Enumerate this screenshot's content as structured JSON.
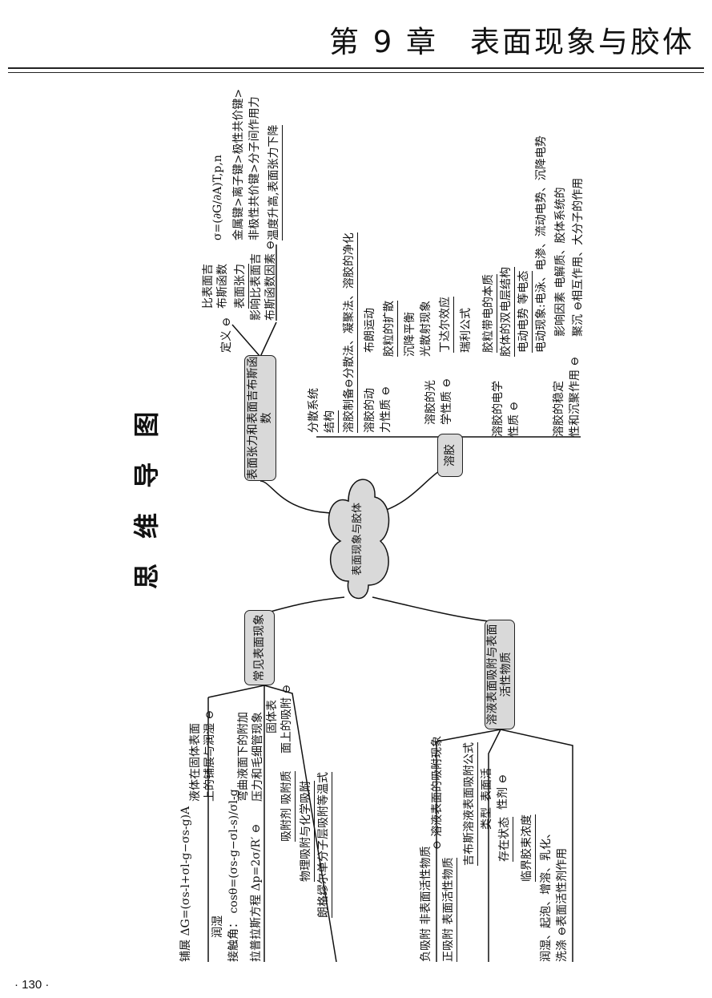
{
  "header": {
    "chapter": "第 9 章　表面现象与胶体"
  },
  "page_number": "· 130 ·",
  "map": {
    "title": "思 维 导 图",
    "center": "表面现象与胶体",
    "tension": {
      "node": "表面张力和表面吉布斯函数",
      "def": "定义 ⊖",
      "gibbs": "比表面吉",
      "gibbs2": "布斯函数",
      "formula": "σ=(∂G/∂A)T,p,n",
      "st": "表面张力",
      "factors": "影响比表面吉",
      "factors2": "布斯函数因素 ⊖",
      "bond1": "金属键>离子键>极性共价键>",
      "bond2": "非极性共价键>分子间作用力",
      "temp": "温度升高,表面张力下降"
    },
    "sol": {
      "node": "溶胶",
      "disperse": "分散系统",
      "structure": "结构",
      "prep": "溶胶制备⊖分散法、凝聚法、溶胶的净化",
      "kin1": "溶胶的动",
      "kin2": "力性质 ⊖",
      "brown": "布朗运动",
      "diff": "胶粒的扩散",
      "sed": "沉降平衡",
      "opt1": "溶胶的光",
      "opt2": "学性质 ⊖",
      "scatter": "光散射现象",
      "tyndall": "丁达尔效应",
      "rayleigh": "瑞利公式",
      "ele1": "溶胶的电学",
      "ele2": "性质 ⊖",
      "charge": "胶粒带电的本质",
      "edl": "胶体的双电层结构",
      "zeta": "电动电势 等电态",
      "electrokinetic": "电动现象:电泳、电渗、流动电势、沉降电势",
      "stab1": "溶胶的稳定",
      "stab2": "性和沉聚作用 ⊖",
      "factors": "影响因素 电解质、胶体系统的",
      "factors2": "聚沉 ⊖相互作用、大分子的作用"
    },
    "common": {
      "node": "常见表面现象",
      "wet1": "液体在固体表面",
      "wet2": "上的铺展与润湿 ⊖",
      "spread": "铺展 ΔG=(σs-l+σl-g−σs-g)A",
      "wetting": "润湿",
      "contact": "接触角： cosθ=(σs-g−σl-s)/σl-g",
      "curved1": "弯曲液面下的附加",
      "curved2": "压力和毛细管现象",
      "laplace": "拉普拉斯方程 Δp=2σ/R′ ⊖",
      "solid1": "固体表",
      "solid2": "面上的吸附 ⊖",
      "adsorbent": "吸附剂 吸附质",
      "physchem": "物理吸附与化学吸附",
      "langmuir": "朗格缪尔单分子层吸附等温式"
    },
    "solution": {
      "node": "溶液表面吸附与表面活性物质",
      "phen": "⊖ 溶液表面的吸附现象",
      "neg": "负吸附 非表面活性物质",
      "pos": "正吸附 表面活性物质",
      "gibbs": "吉布斯溶液表面吸附公式",
      "surf1": "表面活",
      "surf2": "性剂 ⊖",
      "type": "类型",
      "state": "存在状态",
      "cmc": "临界胶束浓度",
      "use1": "润湿、起泡、增溶、乳化、",
      "use2": "洗涤 ⊖表面活性剂作用"
    }
  }
}
